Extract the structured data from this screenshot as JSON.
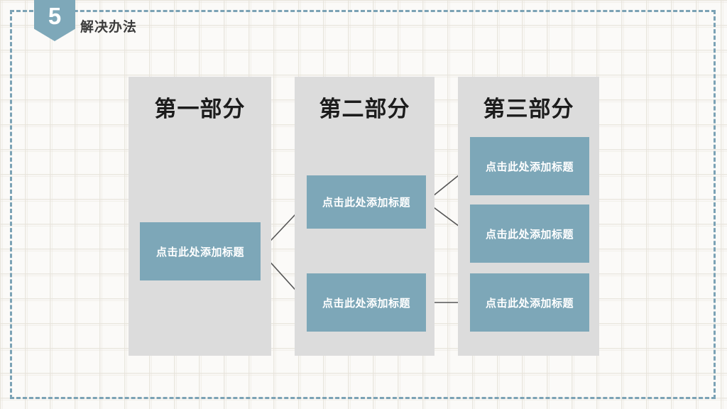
{
  "slide": {
    "section_number": "5",
    "title": "解决办法",
    "accent_color": "#7da7b8",
    "panel_color": "#dcdcdc",
    "background_color": "#fbfaf8",
    "frame_color": "#7ba2b5",
    "title_color": "#3b3b3b"
  },
  "columns": [
    {
      "title": "第一部分"
    },
    {
      "title": "第二部分"
    },
    {
      "title": "第三部分"
    }
  ],
  "nodes": {
    "col1": [
      {
        "label": "点击此处添加标题"
      }
    ],
    "col2": [
      {
        "label": "点击此处添加标题"
      },
      {
        "label": "点击此处添加标题"
      }
    ],
    "col3": [
      {
        "label": "点击此处添加标题"
      },
      {
        "label": "点击此处添加标题"
      },
      {
        "label": "点击此处添加标题"
      }
    ]
  }
}
